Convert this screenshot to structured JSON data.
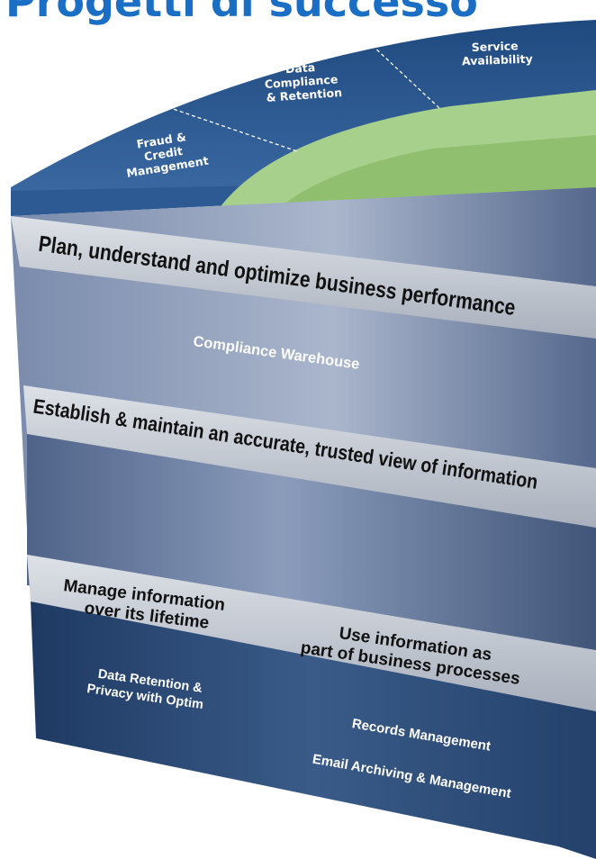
{
  "header": {
    "title": "Progetti di successo"
  },
  "wedges": [
    {
      "lines": [
        "Fraud &",
        "Credit",
        "Management"
      ]
    },
    {
      "lines": [
        "Data",
        "Compliance",
        "& Retention"
      ]
    },
    {
      "lines": [
        "Service",
        "Availability"
      ]
    }
  ],
  "bands": {
    "plan": {
      "title": "Plan, understand and optimize business performance",
      "items": [
        "Compliance Warehouse"
      ]
    },
    "establish": {
      "title": "Establish & maintain an accurate, trusted view of information"
    },
    "manage": {
      "title_lines": [
        "Manage information",
        "over its lifetime"
      ],
      "items": [
        "Data Retention &",
        "Privacy with Optim"
      ]
    },
    "use": {
      "title_lines": [
        "Use information as",
        "part of business processes"
      ],
      "items": [
        "Records Management",
        "Email Archiving & Management"
      ]
    }
  },
  "colors": {
    "title_blue": "#1a6fc4",
    "top_disc": "#2f5d95",
    "green_ring": "#a8d08d",
    "band_gray": "#c3c8d0",
    "panel_blue": "#6d80a3",
    "panel_dark": "#26446e"
  }
}
